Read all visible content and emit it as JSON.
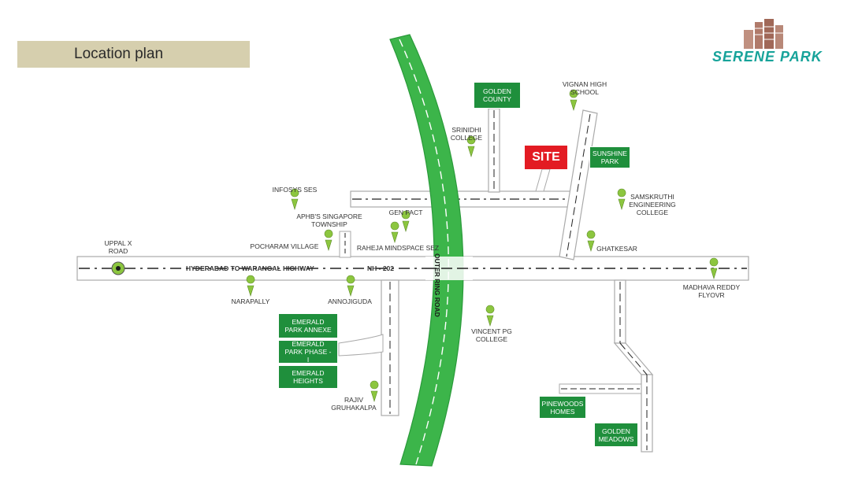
{
  "header": {
    "title": "Location plan"
  },
  "logo": {
    "text": "SERENE PARK"
  },
  "site_label": "SITE",
  "roads": {
    "highway": "HYDERABAD TO WARANGAL HIGHWAY",
    "nh": "NH - 202",
    "orr": "OUTER RING ROAD"
  },
  "green_boxes": {
    "golden_county": "GOLDEN COUNTY",
    "sunshine_park": "SUNSHINE PARK",
    "emerald_park_annexe": "EMERALD PARK ANNEXE",
    "emerald_park_phase1": "EMERALD PARK PHASE - I",
    "emerald_heights": "EMERALD HEIGHTS",
    "pinewoods_homes": "PINEWOODS HOMES",
    "golden_meadows": "GOLDEN MEADOWS"
  },
  "landmarks": {
    "vignan": "VIGNAN HIGH SCHOOL",
    "srinidhi": "SRINIDHI COLLEGE",
    "infosys": "INFOSYS SES",
    "apbh": "APHB'S SINGAPORE TOWNSHIP",
    "genpact": "GEN PACT",
    "raheja": "RAHEJA MINDSPACE SEZ",
    "pocharam": "POCHARAM VILLAGE",
    "uppal": "UPPAL X ROAD",
    "samskruthi": "SAMSKRUTHI ENGINEERING COLLEGE",
    "ghatkesar": "GHATKESAR",
    "madhava": "MADHAVA REDDY FLYOVR",
    "narapally": "NARAPALLY",
    "annojiguda": "ANNOJIGUDA",
    "vincent": "VINCENT PG COLLEGE",
    "rajiv": "RAJIV GRUHAKALPA"
  },
  "colors": {
    "marker": "#8cc63f",
    "green_box": "#1f8f3c",
    "site": "#e31b23",
    "orr": "#3cb54a",
    "header_bg": "#d6cfae"
  }
}
